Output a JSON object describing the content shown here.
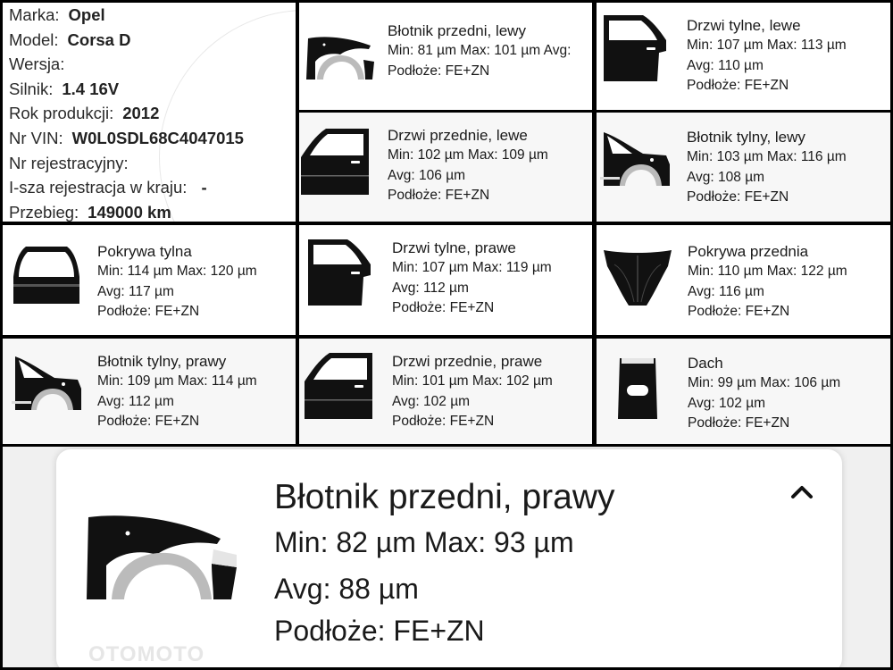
{
  "vehicle": [
    {
      "label": "Marka:",
      "value": "Opel"
    },
    {
      "label": "Model:",
      "value": "Corsa D"
    },
    {
      "label": "Wersja:",
      "value": ""
    },
    {
      "label": "Silnik:",
      "value": "1.4 16V"
    },
    {
      "label": "Rok produkcji:",
      "value": "2012"
    },
    {
      "label": "Nr VIN:",
      "value": "W0L0SDL68C4047015"
    },
    {
      "label": "Nr rejestracyjny:",
      "value": ""
    },
    {
      "label": "I-sza rejestracja w kraju:",
      "value": "-"
    },
    {
      "label": "Przebieg:",
      "value": "149000 km"
    }
  ],
  "parts": [
    {
      "name": "Błotnik przedni, lewy",
      "min": "Min:  81 µm",
      "max": "Max:  101 µm",
      "avg": "Avg:",
      "substrate": "Podłoże:  FE+ZN",
      "icon": "front-fender-icon",
      "inline_avg": true
    },
    {
      "name": "Drzwi tylne, lewe",
      "min": "Min:  107 µm",
      "max": "Max:  113 µm",
      "avg": "Avg:  110 µm",
      "substrate": "Podłoże:  FE+ZN",
      "icon": "rear-door-icon"
    },
    {
      "name": "Drzwi przednie, lewe",
      "min": "Min:  102 µm",
      "max": "Max:  109 µm",
      "avg": "Avg:  106 µm",
      "substrate": "Podłoże:  FE+ZN",
      "icon": "front-door-icon"
    },
    {
      "name": "Błotnik tylny, lewy",
      "min": "Min:  103 µm",
      "max": "Max:  116 µm",
      "avg": "Avg:  108 µm",
      "substrate": "Podłoże:  FE+ZN",
      "icon": "rear-fender-icon"
    },
    {
      "name": "Pokrywa tylna",
      "min": "Min:  114 µm",
      "max": "Max:  120 µm",
      "avg": "Avg:  117 µm",
      "substrate": "Podłoże:  FE+ZN",
      "icon": "tailgate-icon"
    },
    {
      "name": "Drzwi tylne, prawe",
      "min": "Min:  107 µm",
      "max": "Max:  119 µm",
      "avg": "Avg:  112 µm",
      "substrate": "Podłoże:  FE+ZN",
      "icon": "rear-door-icon"
    },
    {
      "name": "Pokrywa przednia",
      "min": "Min:  110 µm",
      "max": "Max:  122 µm",
      "avg": "Avg:  116 µm",
      "substrate": "Podłoże:  FE+ZN",
      "icon": "hood-icon"
    },
    {
      "name": "Błotnik tylny, prawy",
      "min": "Min:  109 µm",
      "max": "Max:  114 µm",
      "avg": "Avg:  112 µm",
      "substrate": "Podłoże:  FE+ZN",
      "icon": "rear-fender-icon"
    },
    {
      "name": "Drzwi przednie, prawe",
      "min": "Min:  101 µm",
      "max": "Max:  102 µm",
      "avg": "Avg:  102 µm",
      "substrate": "Podłoże:  FE+ZN",
      "icon": "front-door-icon"
    },
    {
      "name": "Dach",
      "min": "Min:  99 µm",
      "max": "Max:  106 µm",
      "avg": "Avg:  102 µm",
      "substrate": "Podłoże:  FE+ZN",
      "icon": "roof-icon"
    }
  ],
  "detail": {
    "name": "Błotnik przedni, prawy",
    "min": "Min:  82 µm",
    "max": "Max:  93 µm",
    "avg": "Avg:  88 µm",
    "substrate": "Podłoże:  FE+ZN",
    "icon": "front-fender-icon",
    "collapse_icon": "chevron-up-icon",
    "watermark": "OTOMOTO"
  }
}
